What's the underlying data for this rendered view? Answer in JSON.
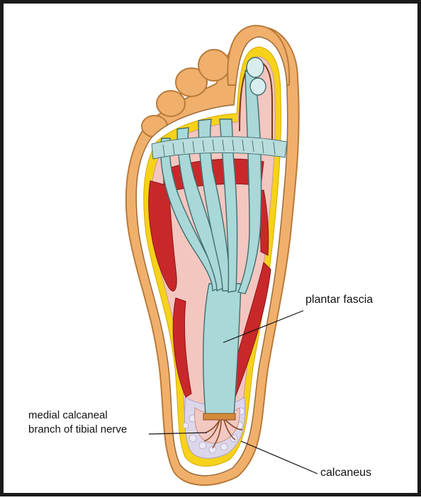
{
  "labels": {
    "plantar_fascia": "plantar fascia",
    "nerve_line1": "medial calcaneal",
    "nerve_line2": "branch of tibial nerve",
    "calcaneus": "calcaneus"
  },
  "colors": {
    "frame": "#1a1a1a",
    "skin": "#f0b06c",
    "skin_edge": "#b97a3a",
    "fat_yellow": "#f6d21a",
    "tissue_pink": "#f4c6c0",
    "muscle_red": "#c8282a",
    "fascia_blue": "#a9d8d8",
    "fascia_edge": "#3f6e6e",
    "heel_pad": "#dcd6ea",
    "nerve": "#8a4a24"
  }
}
